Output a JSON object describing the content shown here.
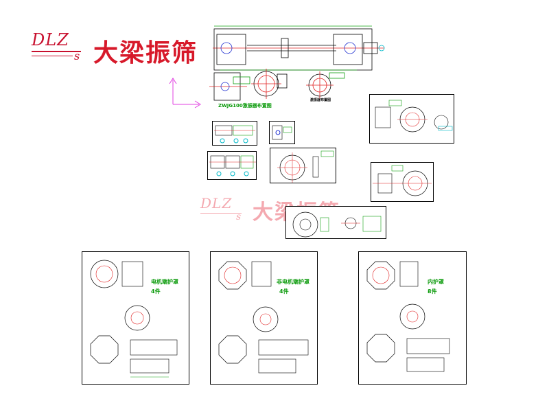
{
  "logo": {
    "latin": "DLZ",
    "sub": "s",
    "chinese": "大梁振筛",
    "brand_color": "#d7192a"
  },
  "watermark": {
    "latin": "DLZ",
    "sub": "s",
    "chinese": "大梁振筛",
    "color": "#f3a0a8"
  },
  "main_drawing": {
    "title": "ZWJG100激振器布置图",
    "caption_small": "激振器布置图"
  },
  "panels": [
    {
      "label": "电机端护罩",
      "count": "4件"
    },
    {
      "label": "非电机端护罩",
      "count": "4件"
    },
    {
      "label": "内护罩",
      "count": "8件"
    }
  ],
  "colors": {
    "line": "#000000",
    "red": "#e02020",
    "green": "#10a010",
    "cyan": "#00b8c8",
    "magenta": "#e040e0",
    "blue": "#2030d0"
  }
}
